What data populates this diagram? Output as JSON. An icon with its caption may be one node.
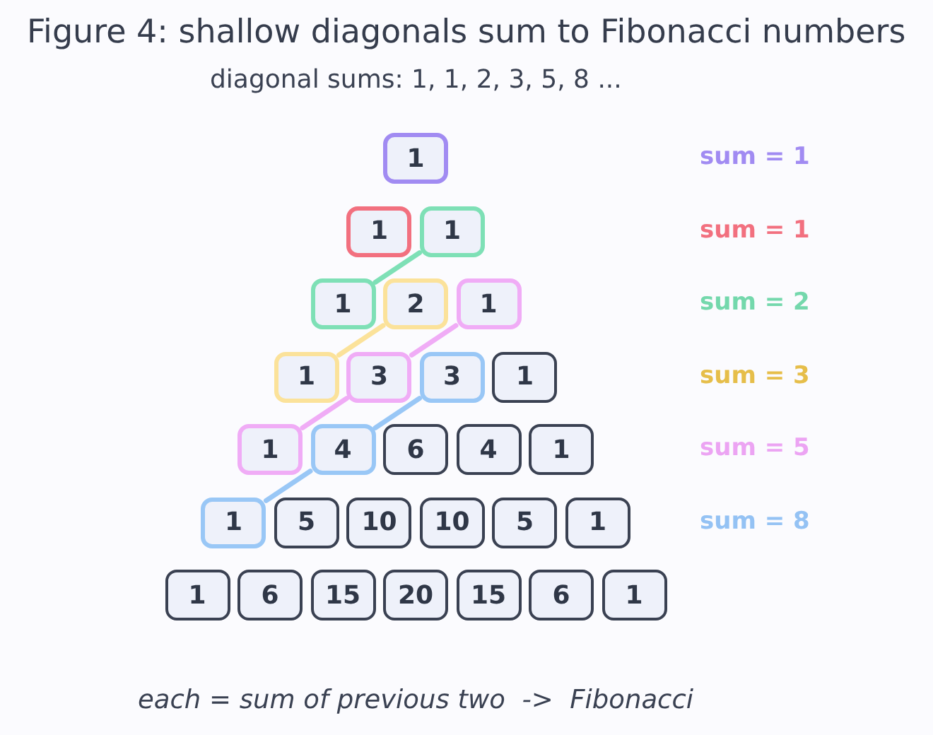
{
  "diagram": {
    "title": "Figure 4: shallow diagonals sum to Fibonacci numbers",
    "caption": "each = sum of previous two  ->  Fibonacci",
    "nodes": [
      {
        "text": [
          "1"
        ]
      },
      {
        "text": [
          "1"
        ]
      },
      {
        "text": [
          "1"
        ]
      },
      {
        "text": [
          "1"
        ]
      },
      {
        "text": [
          "2"
        ]
      },
      {
        "text": [
          "1"
        ]
      },
      {
        "text": [
          "1"
        ]
      },
      {
        "text": [
          "3"
        ]
      },
      {
        "text": [
          "3"
        ]
      },
      {
        "text": [
          "1"
        ]
      },
      {
        "text": [
          "1"
        ]
      },
      {
        "text": [
          "4"
        ]
      },
      {
        "text": [
          "6"
        ]
      },
      {
        "text": [
          "4"
        ]
      },
      {
        "text": [
          "1"
        ]
      },
      {
        "text": [
          "1"
        ]
      },
      {
        "text": [
          "5"
        ]
      },
      {
        "text": [
          "10"
        ]
      },
      {
        "text": [
          "10"
        ]
      },
      {
        "text": [
          "5"
        ]
      },
      {
        "text": [
          "1"
        ]
      },
      {
        "text": [
          "1"
        ]
      },
      {
        "text": [
          "6"
        ]
      },
      {
        "text": [
          "15"
        ]
      },
      {
        "text": [
          "20"
        ]
      },
      {
        "text": [
          "15"
        ]
      },
      {
        "text": [
          "6"
        ]
      },
      {
        "text": [
          "1"
        ]
      }
    ],
    "edges": [
      {
        "from": 2,
        "to": 3,
        "arrow": "none",
        "color": "#7ee0b6"
      },
      {
        "from": 4,
        "to": 6,
        "arrow": "none",
        "color": "#fbe29a"
      },
      {
        "from": 5,
        "to": 7,
        "arrow": "none",
        "color": "#f0acf6"
      },
      {
        "from": 7,
        "to": 10,
        "arrow": "none",
        "color": "#f0acf6"
      },
      {
        "from": 8,
        "to": 11,
        "arrow": "none",
        "color": "#99c7f6"
      },
      {
        "from": 11,
        "to": 15,
        "arrow": "none",
        "color": "#99c7f6"
      }
    ],
    "labels": [
      "diagonal sums: 1, 1, 2, 3, 5, 8 ...",
      "sum = 1",
      "sum = 1",
      "sum = 2",
      "sum = 3",
      "sum = 5",
      "sum = 8"
    ]
  }
}
